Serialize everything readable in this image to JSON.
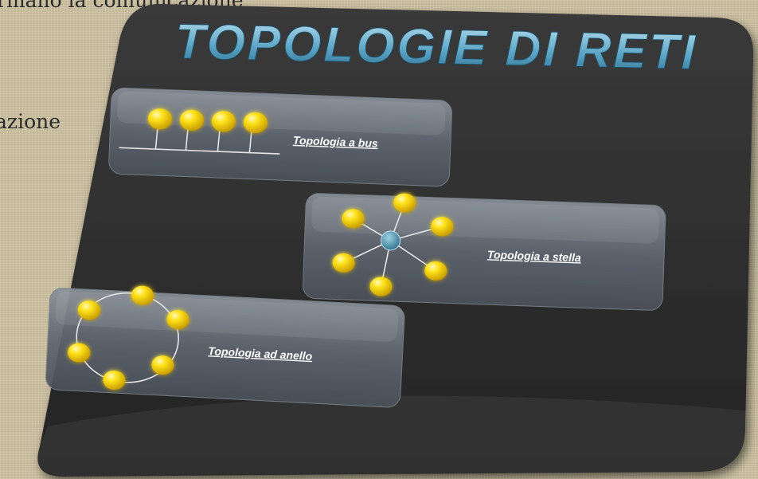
{
  "background": {
    "line1": "rmano la comunicazione",
    "line2": "azione"
  },
  "slide": {
    "title": "TOPOLOGIE DI RETI",
    "panels": [
      {
        "id": "bus",
        "label": "Topologia a bus"
      },
      {
        "id": "star",
        "label": "Topologia a stella"
      },
      {
        "id": "ring",
        "label": "Topologia ad anello"
      }
    ]
  },
  "colors": {
    "board": "#333333",
    "node": "#f2d000",
    "hub": "#4a8fa8",
    "title": "#7ab9d4"
  }
}
